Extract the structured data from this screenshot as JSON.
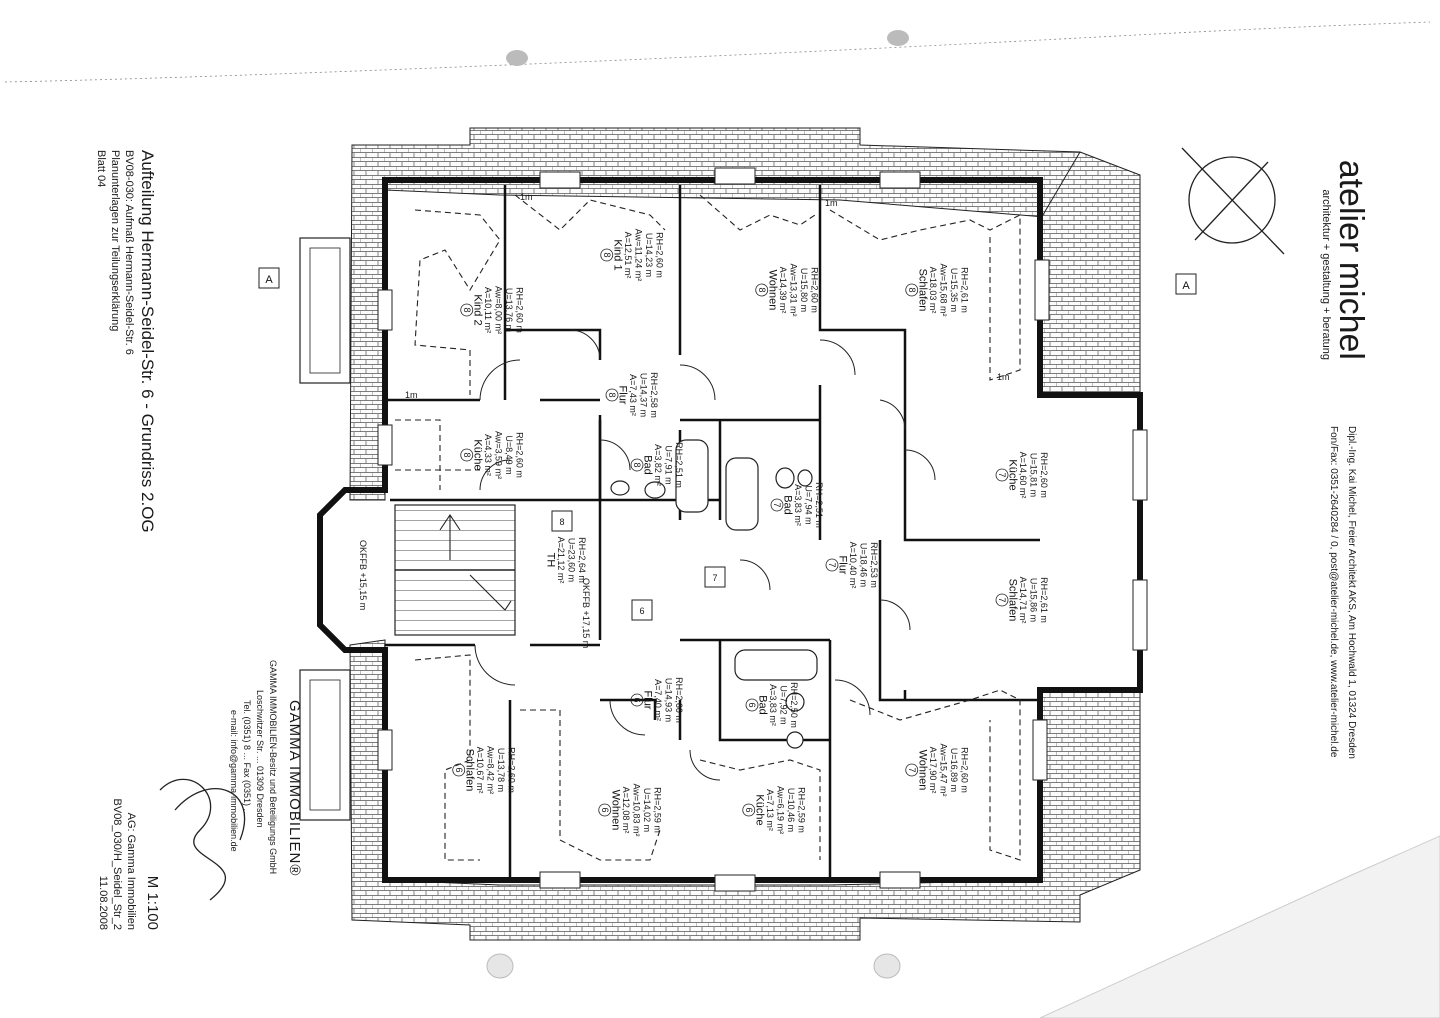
{
  "office": {
    "name": "atelier michel",
    "tagline": "architektur + gestaltung + beratung",
    "address": "Dipl.-Ing. Kai Michel, Freier Architekt AKS, Am Hochwald 1, 01324 Dresden",
    "contact": "Fon/Fax: 0351-2640284 / 0, post@atelier-michel.de, www.atelier-michel.de"
  },
  "title_block": {
    "title": "Aufteilung Hermann-Seidel-Str. 6 - Grundriss 2.OG",
    "line1": "BV08-030:  Aufmaß Hermann-Seidel-Str. 6",
    "line2": "Planunterlagen zur Teilungserklärung",
    "line3": "Blatt 04",
    "scale": "M 1:100",
    "client": "AG: Gamma Immobilien",
    "project_code": "BV08_030/H_Seidel_Str_2",
    "date": "11.08.2008"
  },
  "section_marks": [
    "A",
    "A"
  ],
  "stamp": {
    "name": "GAMMA IMMOBILIEN®",
    "line1": "GAMMA IMMOBILIEN-Besitz und Beteiligungs GmbH",
    "line2": "Loschwitzer Str. ... 01309 Dresden",
    "line3": "Tel. (0351) 8 ... Fax (0351) ...",
    "line4": "e-mail: info@gamma-immobilien.de"
  },
  "rooms": [
    {
      "unit": "8",
      "name": "Schlafen",
      "lines": [
        "A=18,03 m²",
        "Aw=15,68 m²",
        "U=15,35 m",
        "RH=2,61 m"
      ]
    },
    {
      "unit": "8",
      "name": "Wohnen",
      "lines": [
        "A=14,39 m²",
        "Aw=13,31 m²",
        "U=15,80 m",
        "RH=2,60 m"
      ]
    },
    {
      "unit": "8",
      "name": "Kind 1",
      "lines": [
        "A=12,51 m²",
        "Aw=11,24 m²",
        "U=14,23 m",
        "RH=2,60 m"
      ]
    },
    {
      "unit": "8",
      "name": "Kind 2",
      "lines": [
        "A=10,11 m²",
        "Aw=8,00 m²",
        "U=13,76 m",
        "RH=2,60 m"
      ]
    },
    {
      "unit": "8",
      "name": "Flur",
      "lines": [
        "A=7,43 m²",
        "U=14,37 m",
        "RH=2,58 m"
      ]
    },
    {
      "unit": "8",
      "name": "Küche",
      "lines": [
        "A=4,33 m²",
        "Aw=3,59 m²",
        "U=8,49 m",
        "RH=2,60 m"
      ]
    },
    {
      "unit": "8",
      "name": "Bad",
      "lines": [
        "A=3,82 m²",
        "U=7,91 m",
        "RH=2,51 m"
      ]
    },
    {
      "unit": "7",
      "name": "Küche",
      "lines": [
        "A=14,60 m²",
        "U=15,81 m",
        "RH=2,60 m"
      ]
    },
    {
      "unit": "7",
      "name": "Schlafen",
      "lines": [
        "A=14,71 m²",
        "U=15,86 m",
        "RH=2,61 m"
      ]
    },
    {
      "unit": "7",
      "name": "Wohnen",
      "lines": [
        "A=17,90 m²",
        "Aw=15,47 m²",
        "U=16,89 m",
        "RH=2,60 m"
      ]
    },
    {
      "unit": "7",
      "name": "Bad",
      "lines": [
        "A=3,83 m²",
        "U=7,94 m",
        "RH=2,51 m"
      ]
    },
    {
      "unit": "7",
      "name": "Flur",
      "lines": [
        "A=10,40 m²",
        "U=18,46 m",
        "RH=2,53 m"
      ]
    },
    {
      "unit": "",
      "name": "TH",
      "lines": [
        "A=21,12 m²",
        "U=23,60 m",
        "RH=2,64 m"
      ]
    },
    {
      "unit": "6",
      "name": "Flur",
      "lines": [
        "A=7,40 m²",
        "U=14,93 m",
        "RH=2,60 m"
      ]
    },
    {
      "unit": "6",
      "name": "Bad",
      "lines": [
        "A=3,83 m²",
        "U=7,92 m",
        "RH=2,50 m"
      ]
    },
    {
      "unit": "6",
      "name": "Küche",
      "lines": [
        "A=7,13 m²",
        "Aw=6,19 m²",
        "U=10,46 m",
        "RH=2,59 m"
      ]
    },
    {
      "unit": "6",
      "name": "Wohnen",
      "lines": [
        "A=12,08 m²",
        "Aw=10,83 m²",
        "U=14,02 m",
        "RH=2,59 m"
      ]
    },
    {
      "unit": "6",
      "name": "Schlafen",
      "lines": [
        "A=10,67 m²",
        "Aw=8,42 m²",
        "U=13,78 m",
        "RH=2,60 m"
      ]
    }
  ],
  "stair_marks": [
    "8",
    "7",
    "6"
  ],
  "level_marks": [
    "OKFFB +15,15 m",
    "OKFFB +17,15 m"
  ],
  "sill_marks": [
    "1m",
    "1m",
    "1m",
    "1m"
  ]
}
